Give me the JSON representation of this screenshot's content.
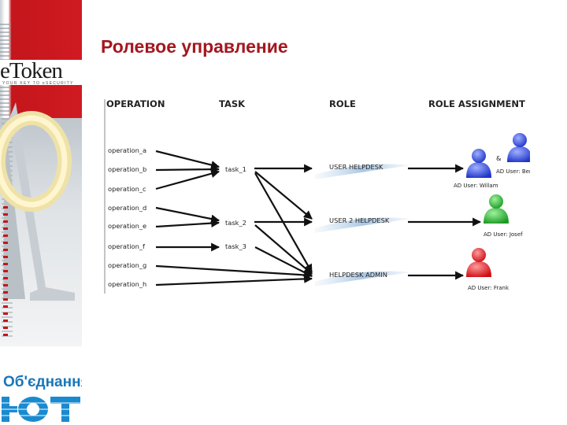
{
  "title": "Ролевое управление",
  "branding": {
    "product_logo": "eToken",
    "tagline": "YOUR KEY TO eSECURITY",
    "company_label": "Об'єднання",
    "company_logo": "ЮТ"
  },
  "diagram": {
    "headers": {
      "operation": "OPERATION",
      "task": "TASK",
      "role": "ROLE",
      "assignment": "ROLE ASSIGNMENT"
    },
    "operations": [
      "operation_a",
      "operation_b",
      "operation_c",
      "operation_d",
      "operation_e",
      "operation_f",
      "operation_g",
      "operation_h"
    ],
    "tasks": [
      "task_1",
      "task_2",
      "task_3"
    ],
    "roles": [
      "USER HELPDESK",
      "USER 2 HELPDESK",
      "HELPDESK ADMIN"
    ],
    "assignments": {
      "ampersand": "&",
      "users": [
        "AD User: Bernd",
        "AD User: Willam",
        "AD User: Josef",
        "AD User: Frank"
      ]
    },
    "icons": [
      "user-icon-blue",
      "user-icon-blue",
      "user-icon-green",
      "user-icon-red"
    ],
    "colors": {
      "blue_user": "#2b3fd6",
      "green_user": "#27b02a",
      "red_user": "#d8141a"
    }
  }
}
